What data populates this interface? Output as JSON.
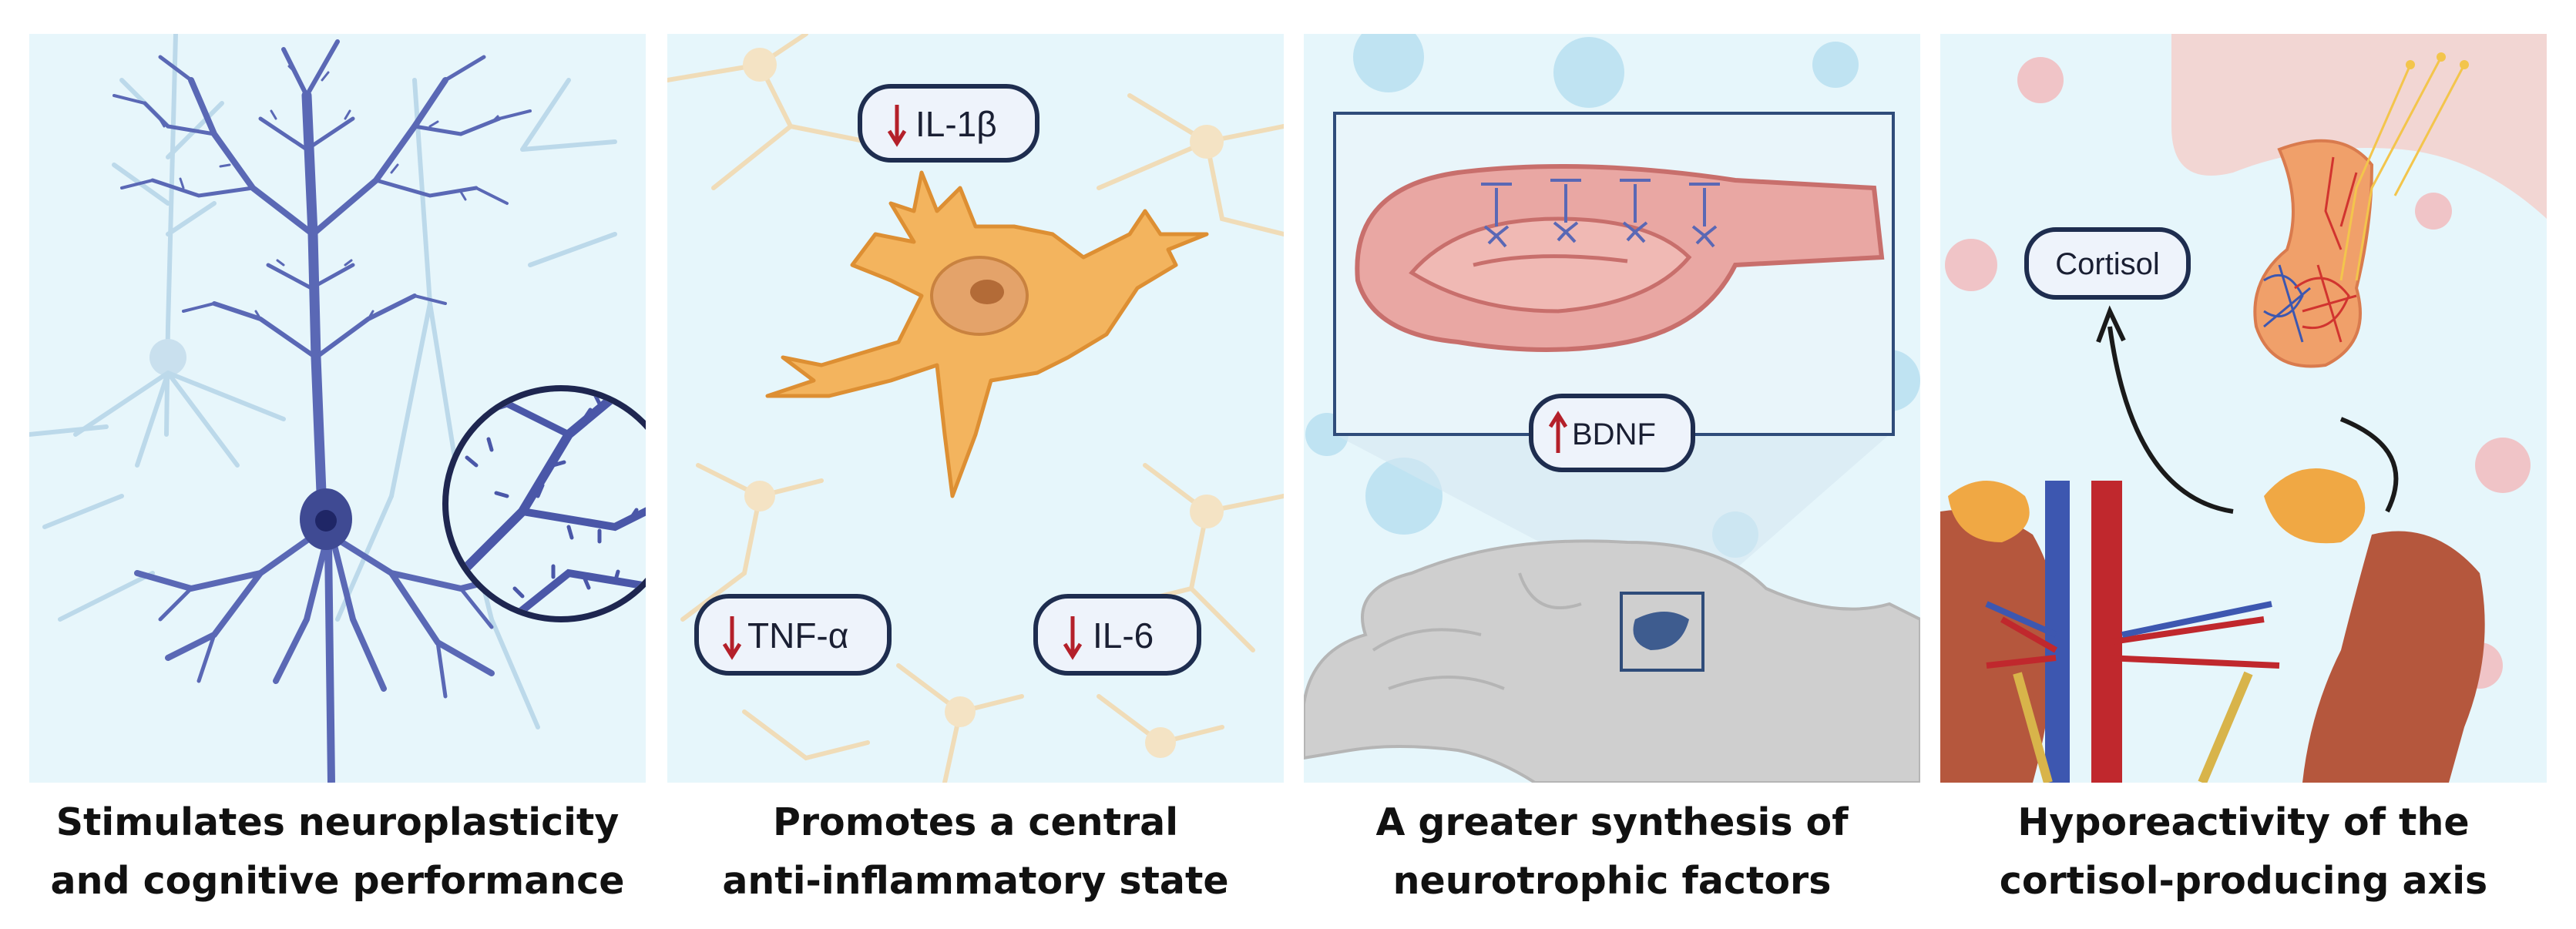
{
  "panels": [
    {
      "id": "neuroplasticity",
      "caption_line1": "Stimulates neuroplasticity",
      "caption_line2": "and cognitive performance"
    },
    {
      "id": "anti-inflammatory",
      "caption_line1": "Promotes a central",
      "caption_line2": "anti-inflammatory state",
      "labels": {
        "il1b": "IL-1β",
        "tnfa": "TNF-α",
        "il6": "IL-6"
      },
      "arrow_direction": "down"
    },
    {
      "id": "neurotrophic",
      "caption_line1": "A greater synthesis of",
      "caption_line2": "neurotrophic factors",
      "labels": {
        "bdnf": "BDNF"
      },
      "arrow_direction": "up"
    },
    {
      "id": "cortisol-axis",
      "caption_line1": "Hyporeactivity of the",
      "caption_line2": "cortisol-producing axis",
      "labels": {
        "cortisol": "Cortisol"
      }
    }
  ],
  "colors": {
    "panel_bg": "#e6f6fb",
    "neuron": "#5a68b5",
    "microglia": "#f3b45e",
    "arrow_red": "#b4202a",
    "pill_border": "#1e2d4f",
    "hippocampus": "#e9a7a3",
    "brain_gray": "#cfcfcf"
  }
}
